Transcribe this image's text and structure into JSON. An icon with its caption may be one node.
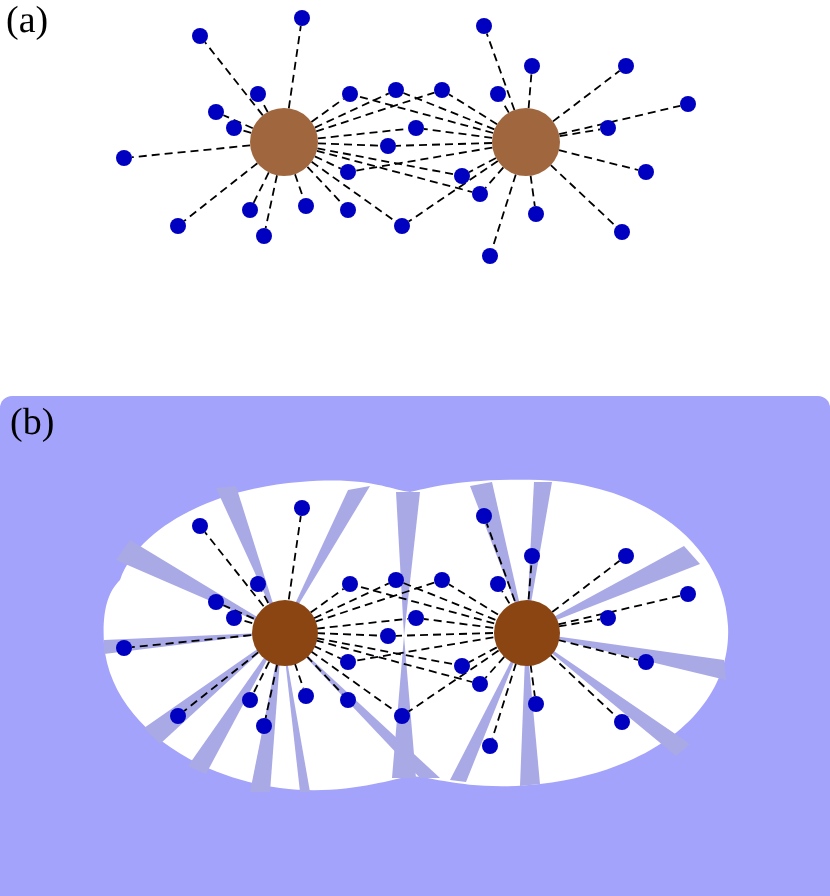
{
  "diagram": {
    "nodes": [
      {
        "text": [],
        "shape": "circle"
      },
      {
        "text": [],
        "shape": "circle"
      },
      {
        "text": [],
        "shape": "circle"
      },
      {
        "text": [],
        "shape": "circle"
      },
      {
        "text": [],
        "shape": "circle"
      },
      {
        "text": [],
        "shape": "circle"
      },
      {
        "text": [],
        "shape": "circle"
      },
      {
        "text": [],
        "shape": "circle"
      },
      {
        "text": [],
        "shape": "circle"
      },
      {
        "text": [],
        "shape": "circle"
      },
      {
        "text": [],
        "shape": "circle"
      },
      {
        "text": [],
        "shape": "circle"
      },
      {
        "text": [],
        "shape": "circle"
      },
      {
        "text": [],
        "shape": "circle"
      },
      {
        "text": [],
        "shape": "circle"
      },
      {
        "text": [],
        "shape": "circle"
      },
      {
        "text": [],
        "shape": "circle"
      },
      {
        "text": [],
        "shape": "circle"
      },
      {
        "text": [],
        "shape": "circle"
      },
      {
        "text": [],
        "shape": "circle"
      },
      {
        "text": [],
        "shape": "circle"
      },
      {
        "text": [],
        "shape": "circle"
      },
      {
        "text": [],
        "shape": "circle"
      },
      {
        "text": [],
        "shape": "circle"
      },
      {
        "text": [],
        "shape": "circle"
      },
      {
        "text": [],
        "shape": "circle"
      },
      {
        "text": [],
        "shape": "circle"
      },
      {
        "text": [],
        "shape": "circle"
      },
      {
        "text": [],
        "shape": "circle"
      },
      {
        "text": [],
        "shape": "circle"
      },
      {
        "text": [],
        "shape": "circle"
      },
      {
        "text": [],
        "shape": "circle"
      },
      {
        "text": [],
        "shape": "circle"
      },
      {
        "text": [],
        "shape": "circle"
      },
      {
        "text": [],
        "shape": "circle"
      },
      {
        "text": [],
        "shape": "circle"
      },
      {
        "text": [],
        "shape": "circle"
      },
      {
        "text": [],
        "shape": "circle"
      },
      {
        "text": [],
        "shape": "circle"
      },
      {
        "text": [],
        "shape": "circle"
      },
      {
        "text": [],
        "shape": "circle"
      },
      {
        "text": [],
        "shape": "circle"
      },
      {
        "text": [],
        "shape": "circle"
      },
      {
        "text": [],
        "shape": "circle"
      },
      {
        "text": [],
        "shape": "circle"
      },
      {
        "text": [],
        "shape": "circle"
      },
      {
        "text": [],
        "shape": "circle"
      },
      {
        "text": [],
        "shape": "circle"
      },
      {
        "text": [],
        "shape": "circle"
      },
      {
        "text": [],
        "shape": "circle"
      },
      {
        "text": [],
        "shape": "circle"
      },
      {
        "text": [],
        "shape": "circle"
      },
      {
        "text": [],
        "shape": "circle"
      },
      {
        "text": [],
        "shape": "circle"
      },
      {
        "text": [],
        "shape": "circle"
      },
      {
        "text": [],
        "shape": "circle"
      },
      {
        "text": [],
        "shape": "circle"
      },
      {
        "text": [],
        "shape": "circle"
      },
      {
        "text": [],
        "shape": "circle"
      },
      {
        "text": [],
        "shape": "circle"
      },
      {
        "text": [],
        "shape": "circle"
      },
      {
        "text": [],
        "shape": "circle"
      },
      {
        "text": [],
        "shape": "circle"
      },
      {
        "text": [],
        "shape": "circle"
      }
    ],
    "edges": [
      {
        "from": 0,
        "to": 2,
        "arrow": "none",
        "style": "dashed"
      },
      {
        "from": 0,
        "to": 3,
        "arrow": "none",
        "style": "dashed"
      },
      {
        "from": 0,
        "to": 4,
        "arrow": "none",
        "style": "dashed"
      },
      {
        "from": 0,
        "to": 5,
        "arrow": "none",
        "style": "dashed"
      },
      {
        "from": 0,
        "to": 6,
        "arrow": "none",
        "style": "dashed"
      },
      {
        "from": 0,
        "to": 7,
        "arrow": "none",
        "style": "dashed"
      },
      {
        "from": 0,
        "to": 8,
        "arrow": "none",
        "style": "dashed"
      },
      {
        "from": 0,
        "to": 9,
        "arrow": "none",
        "style": "dashed"
      },
      {
        "from": 0,
        "to": 10,
        "arrow": "none",
        "style": "dashed"
      },
      {
        "from": 0,
        "to": 11,
        "arrow": "none",
        "style": "dashed"
      },
      {
        "from": 0,
        "to": 12,
        "arrow": "none",
        "style": "dashed"
      },
      {
        "from": 0,
        "to": 13,
        "arrow": "none",
        "style": "dashed"
      },
      {
        "from": 1,
        "to": 13,
        "arrow": "none",
        "style": "dashed"
      },
      {
        "from": 0,
        "to": 14,
        "arrow": "none",
        "style": "dashed"
      },
      {
        "from": 1,
        "to": 14,
        "arrow": "none",
        "style": "dashed"
      },
      {
        "from": 0,
        "to": 15,
        "arrow": "none",
        "style": "dashed"
      },
      {
        "from": 1,
        "to": 15,
        "arrow": "none",
        "style": "dashed"
      },
      {
        "from": 0,
        "to": 16,
        "arrow": "none",
        "style": "dashed"
      },
      {
        "from": 1,
        "to": 16,
        "arrow": "none",
        "style": "dashed"
      },
      {
        "from": 0,
        "to": 17,
        "arrow": "none",
        "style": "dashed"
      },
      {
        "from": 1,
        "to": 17,
        "arrow": "none",
        "style": "dashed"
      },
      {
        "from": 0,
        "to": 18,
        "arrow": "none",
        "style": "dashed"
      },
      {
        "from": 1,
        "to": 18,
        "arrow": "none",
        "style": "dashed"
      },
      {
        "from": 0,
        "to": 19,
        "arrow": "none",
        "style": "dashed"
      },
      {
        "from": 1,
        "to": 19,
        "arrow": "none",
        "style": "dashed"
      },
      {
        "from": 0,
        "to": 20,
        "arrow": "none",
        "style": "dashed"
      },
      {
        "from": 1,
        "to": 20,
        "arrow": "none",
        "style": "dashed"
      },
      {
        "from": 0,
        "to": 21,
        "arrow": "none",
        "style": "dashed"
      },
      {
        "from": 1,
        "to": 21,
        "arrow": "none",
        "style": "dashed"
      },
      {
        "from": 1,
        "to": 22,
        "arrow": "none",
        "style": "dashed"
      },
      {
        "from": 1,
        "to": 23,
        "arrow": "none",
        "style": "dashed"
      },
      {
        "from": 1,
        "to": 24,
        "arrow": "none",
        "style": "dashed"
      },
      {
        "from": 1,
        "to": 25,
        "arrow": "none",
        "style": "dashed"
      },
      {
        "from": 1,
        "to": 26,
        "arrow": "none",
        "style": "dashed"
      },
      {
        "from": 1,
        "to": 27,
        "arrow": "none",
        "style": "dashed"
      },
      {
        "from": 1,
        "to": 28,
        "arrow": "none",
        "style": "dashed"
      },
      {
        "from": 1,
        "to": 29,
        "arrow": "none",
        "style": "dashed"
      },
      {
        "from": 1,
        "to": 30,
        "arrow": "none",
        "style": "dashed"
      },
      {
        "from": 1,
        "to": 31,
        "arrow": "none",
        "style": "dashed"
      },
      {
        "from": 32,
        "to": 34,
        "arrow": "none",
        "style": "dashed"
      },
      {
        "from": 32,
        "to": 35,
        "arrow": "none",
        "style": "dashed"
      },
      {
        "from": 32,
        "to": 36,
        "arrow": "none",
        "style": "dashed"
      },
      {
        "from": 32,
        "to": 37,
        "arrow": "none",
        "style": "dashed"
      },
      {
        "from": 32,
        "to": 38,
        "arrow": "none",
        "style": "dashed"
      },
      {
        "from": 32,
        "to": 39,
        "arrow": "none",
        "style": "dashed"
      },
      {
        "from": 32,
        "to": 40,
        "arrow": "none",
        "style": "dashed"
      },
      {
        "from": 32,
        "to": 41,
        "arrow": "none",
        "style": "dashed"
      },
      {
        "from": 32,
        "to": 42,
        "arrow": "none",
        "style": "dashed"
      },
      {
        "from": 32,
        "to": 43,
        "arrow": "none",
        "style": "dashed"
      },
      {
        "from": 32,
        "to": 44,
        "arrow": "none",
        "style": "dashed"
      },
      {
        "from": 32,
        "to": 45,
        "arrow": "none",
        "style": "dashed"
      },
      {
        "from": 33,
        "to": 45,
        "arrow": "none",
        "style": "dashed"
      },
      {
        "from": 32,
        "to": 46,
        "arrow": "none",
        "style": "dashed"
      },
      {
        "from": 33,
        "to": 46,
        "arrow": "none",
        "style": "dashed"
      },
      {
        "from": 32,
        "to": 47,
        "arrow": "none",
        "style": "dashed"
      },
      {
        "from": 33,
        "to": 47,
        "arrow": "none",
        "style": "dashed"
      },
      {
        "from": 32,
        "to": 48,
        "arrow": "none",
        "style": "dashed"
      },
      {
        "from": 33,
        "to": 48,
        "arrow": "none",
        "style": "dashed"
      },
      {
        "from": 32,
        "to": 49,
        "arrow": "none",
        "style": "dashed"
      },
      {
        "from": 33,
        "to": 49,
        "arrow": "none",
        "style": "dashed"
      },
      {
        "from": 32,
        "to": 50,
        "arrow": "none",
        "style": "dashed"
      },
      {
        "from": 33,
        "to": 50,
        "arrow": "none",
        "style": "dashed"
      },
      {
        "from": 32,
        "to": 51,
        "arrow": "none",
        "style": "dashed"
      },
      {
        "from": 33,
        "to": 51,
        "arrow": "none",
        "style": "dashed"
      },
      {
        "from": 32,
        "to": 52,
        "arrow": "none",
        "style": "dashed"
      },
      {
        "from": 33,
        "to": 52,
        "arrow": "none",
        "style": "dashed"
      },
      {
        "from": 32,
        "to": 53,
        "arrow": "none",
        "style": "dashed"
      },
      {
        "from": 33,
        "to": 53,
        "arrow": "none",
        "style": "dashed"
      },
      {
        "from": 33,
        "to": 54,
        "arrow": "none",
        "style": "dashed"
      },
      {
        "from": 33,
        "to": 55,
        "arrow": "none",
        "style": "dashed"
      },
      {
        "from": 33,
        "to": 56,
        "arrow": "none",
        "style": "dashed"
      },
      {
        "from": 33,
        "to": 57,
        "arrow": "none",
        "style": "dashed"
      },
      {
        "from": 33,
        "to": 58,
        "arrow": "none",
        "style": "dashed"
      },
      {
        "from": 33,
        "to": 59,
        "arrow": "none",
        "style": "dashed"
      },
      {
        "from": 33,
        "to": 60,
        "arrow": "none",
        "style": "dashed"
      },
      {
        "from": 33,
        "to": 61,
        "arrow": "none",
        "style": "dashed"
      },
      {
        "from": 33,
        "to": 62,
        "arrow": "none",
        "style": "dashed"
      },
      {
        "from": 33,
        "to": 63,
        "arrow": "none",
        "style": "dashed"
      }
    ],
    "labels": [
      "(a)",
      "(b)"
    ]
  }
}
